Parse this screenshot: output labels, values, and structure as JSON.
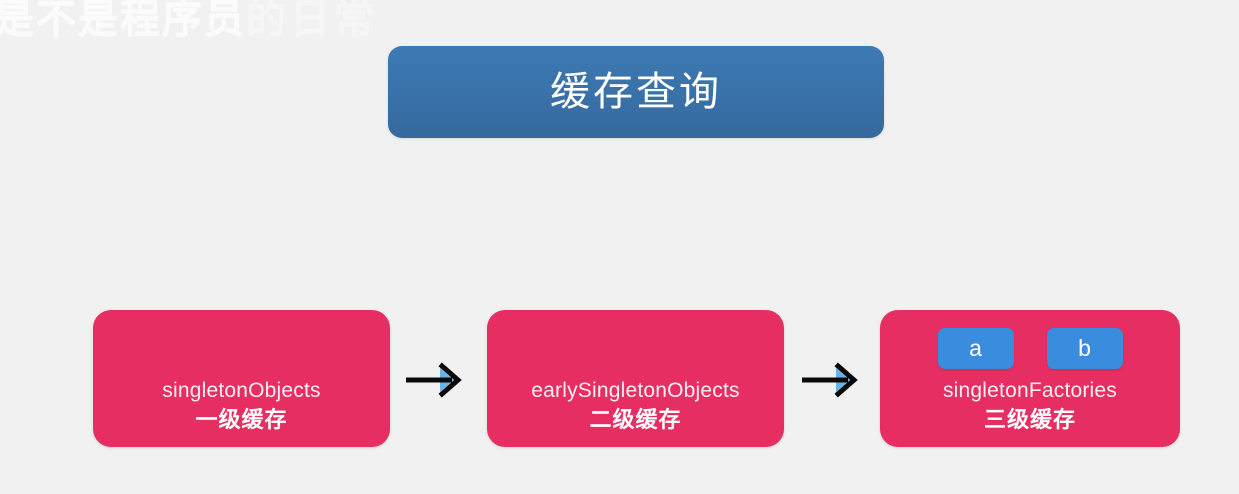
{
  "background": {
    "color": "#f2f1f1"
  },
  "watermark": {
    "text": "是不是程序员",
    "faint_text": "的日常"
  },
  "title": {
    "label": "缓存查询",
    "color": "#3a74ad",
    "text_color": "#ffffff"
  },
  "diagram": {
    "type": "flow",
    "box_color": "#e62e62",
    "chip_color": "#3a8dde",
    "arrow_color": "#0a0a0a",
    "arrow_fill_color": "#64b4ea",
    "boxes": [
      {
        "name": "singletonObjects",
        "level": "一级缓存",
        "chips": []
      },
      {
        "name": "earlySingletonObjects",
        "level": "二级缓存",
        "chips": []
      },
      {
        "name": "singletonFactories",
        "level": "三级缓存",
        "chips": [
          "a",
          "b"
        ]
      }
    ],
    "arrows": [
      {
        "from": "singletonObjects",
        "to": "earlySingletonObjects",
        "glyph": "arrow-right"
      },
      {
        "from": "earlySingletonObjects",
        "to": "singletonFactories",
        "glyph": "arrow-right"
      }
    ]
  }
}
